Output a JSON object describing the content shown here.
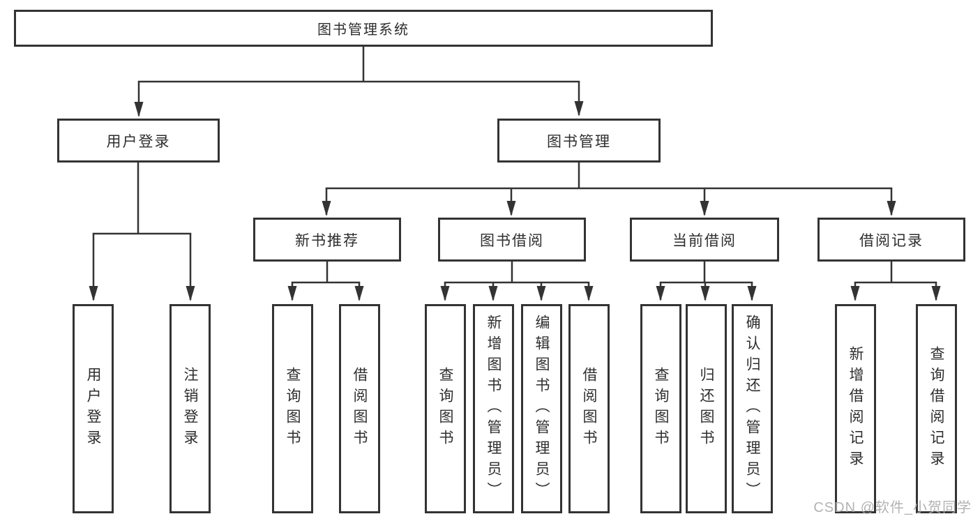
{
  "diagram": {
    "title": "图书管理系统",
    "root": {
      "label": "图书管理系统"
    },
    "level2": [
      {
        "id": "user-login",
        "label": "用户登录"
      },
      {
        "id": "book-management",
        "label": "图书管理"
      }
    ],
    "level3": [
      {
        "id": "new-book-recommend",
        "parent": "图书管理",
        "label": "新书推荐"
      },
      {
        "id": "book-borrowing",
        "parent": "图书管理",
        "label": "图书借阅"
      },
      {
        "id": "current-borrowing",
        "parent": "图书管理",
        "label": "当前借阅"
      },
      {
        "id": "borrowing-records",
        "parent": "图书管理",
        "label": "借阅记录"
      }
    ],
    "leaves": [
      {
        "parent": "用户登录",
        "label": "用户登录"
      },
      {
        "parent": "用户登录",
        "label": "注销登录"
      },
      {
        "parent": "新书推荐",
        "label": "查询图书"
      },
      {
        "parent": "新书推荐",
        "label": "借阅图书"
      },
      {
        "parent": "图书借阅",
        "label": "查询图书"
      },
      {
        "parent": "图书借阅",
        "label": "新增图书（管理员）"
      },
      {
        "parent": "图书借阅",
        "label": "编辑图书（管理员）"
      },
      {
        "parent": "图书借阅",
        "label": "借阅图书"
      },
      {
        "parent": "当前借阅",
        "label": "查询图书"
      },
      {
        "parent": "当前借阅",
        "label": "归还图书"
      },
      {
        "parent": "当前借阅",
        "label": "确认归还（管理员）"
      },
      {
        "parent": "借阅记录",
        "label": "新增借阅记录"
      },
      {
        "parent": "借阅记录",
        "label": "查询借阅记录"
      }
    ]
  },
  "watermark": "CSDN @软件_小贺同学",
  "colors": {
    "border": "#333333",
    "line": "#333333",
    "text": "#2e2e2e",
    "watermark": "#ababab",
    "background": "#ffffff"
  }
}
